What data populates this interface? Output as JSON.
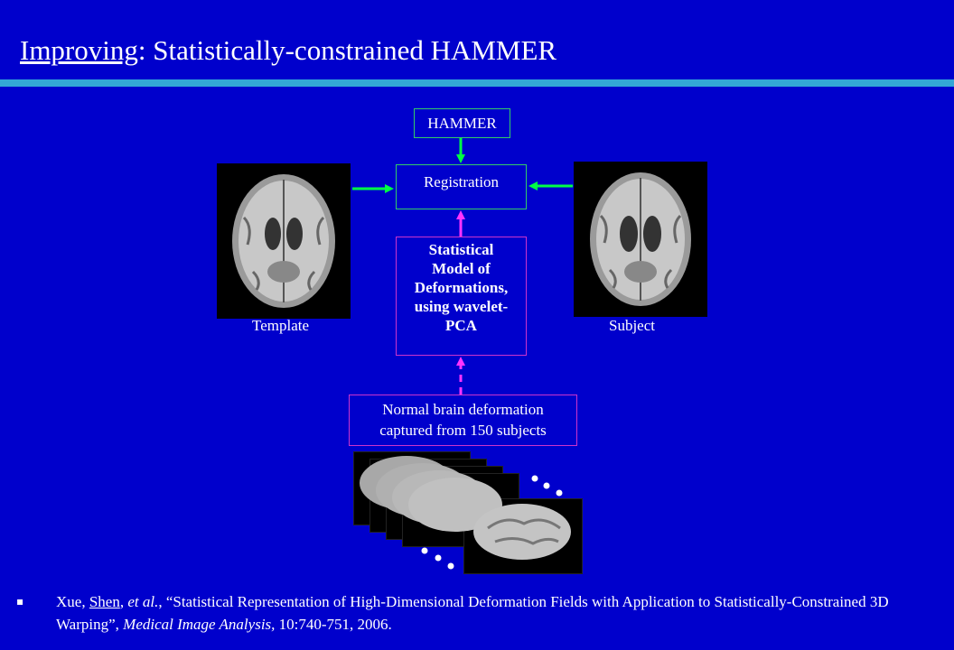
{
  "title": {
    "underlined": "Improving",
    "rest": ": Statistically-constrained HAMMER"
  },
  "diagram": {
    "hammer_label": "HAMMER",
    "registration_label": "Registration",
    "statistical_lines": [
      "Statistical",
      "Model of",
      "Deformations,",
      "using wavelet-",
      "PCA"
    ],
    "normal_lines": [
      "Normal brain deformation",
      "captured from 150 subjects"
    ],
    "template_label": "Template",
    "subject_label": "Subject"
  },
  "reference": {
    "bullet": "▪",
    "author1": "Xue, ",
    "author2": "Shen",
    "etal_comma": ", ",
    "etal": "et al.",
    "title_part": ", “Statistical Representation of High-Dimensional Deformation Fields with Application to Statistically-Constrained 3D Warping”, ",
    "journal": "Medical Image Analysis,",
    "rest": " 10:740-751, 2006."
  },
  "colors": {
    "background": "#0000cc",
    "rule": "#33a6d6",
    "green_arrow": "#00ff44",
    "magenta_arrow": "#ff33ff"
  }
}
